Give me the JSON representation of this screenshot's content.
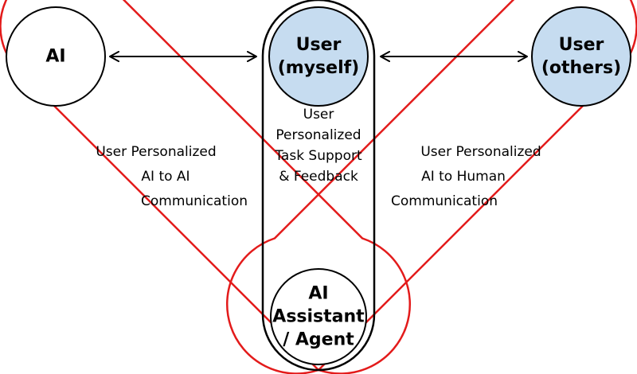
{
  "colors": {
    "outline_red": "#e31b1b",
    "outline_black": "#000000",
    "user_fill": "#c6dcf0",
    "node_fill": "#ffffff"
  },
  "nodes": {
    "ai": {
      "lines": [
        "AI"
      ]
    },
    "user_myself": {
      "lines": [
        "User",
        "(myself)"
      ]
    },
    "user_others": {
      "lines": [
        "User",
        "(others)"
      ]
    },
    "assistant": {
      "lines": [
        "AI",
        "Assistant",
        "/ Agent"
      ]
    }
  },
  "regions": {
    "ai_to_ai": {
      "lines": [
        "User Personalized",
        "AI to AI",
        "Communication"
      ]
    },
    "task_support": {
      "lines": [
        "User",
        "Personalized",
        "Task Support",
        "& Feedback"
      ]
    },
    "ai_to_human": {
      "lines": [
        "User Personalized",
        "AI to Human",
        "Communication"
      ]
    }
  },
  "arrows": [
    {
      "from": "AI",
      "to": "User (myself)",
      "direction": "bidirectional"
    },
    {
      "from": "User (myself)",
      "to": "User (others)",
      "direction": "bidirectional"
    }
  ]
}
